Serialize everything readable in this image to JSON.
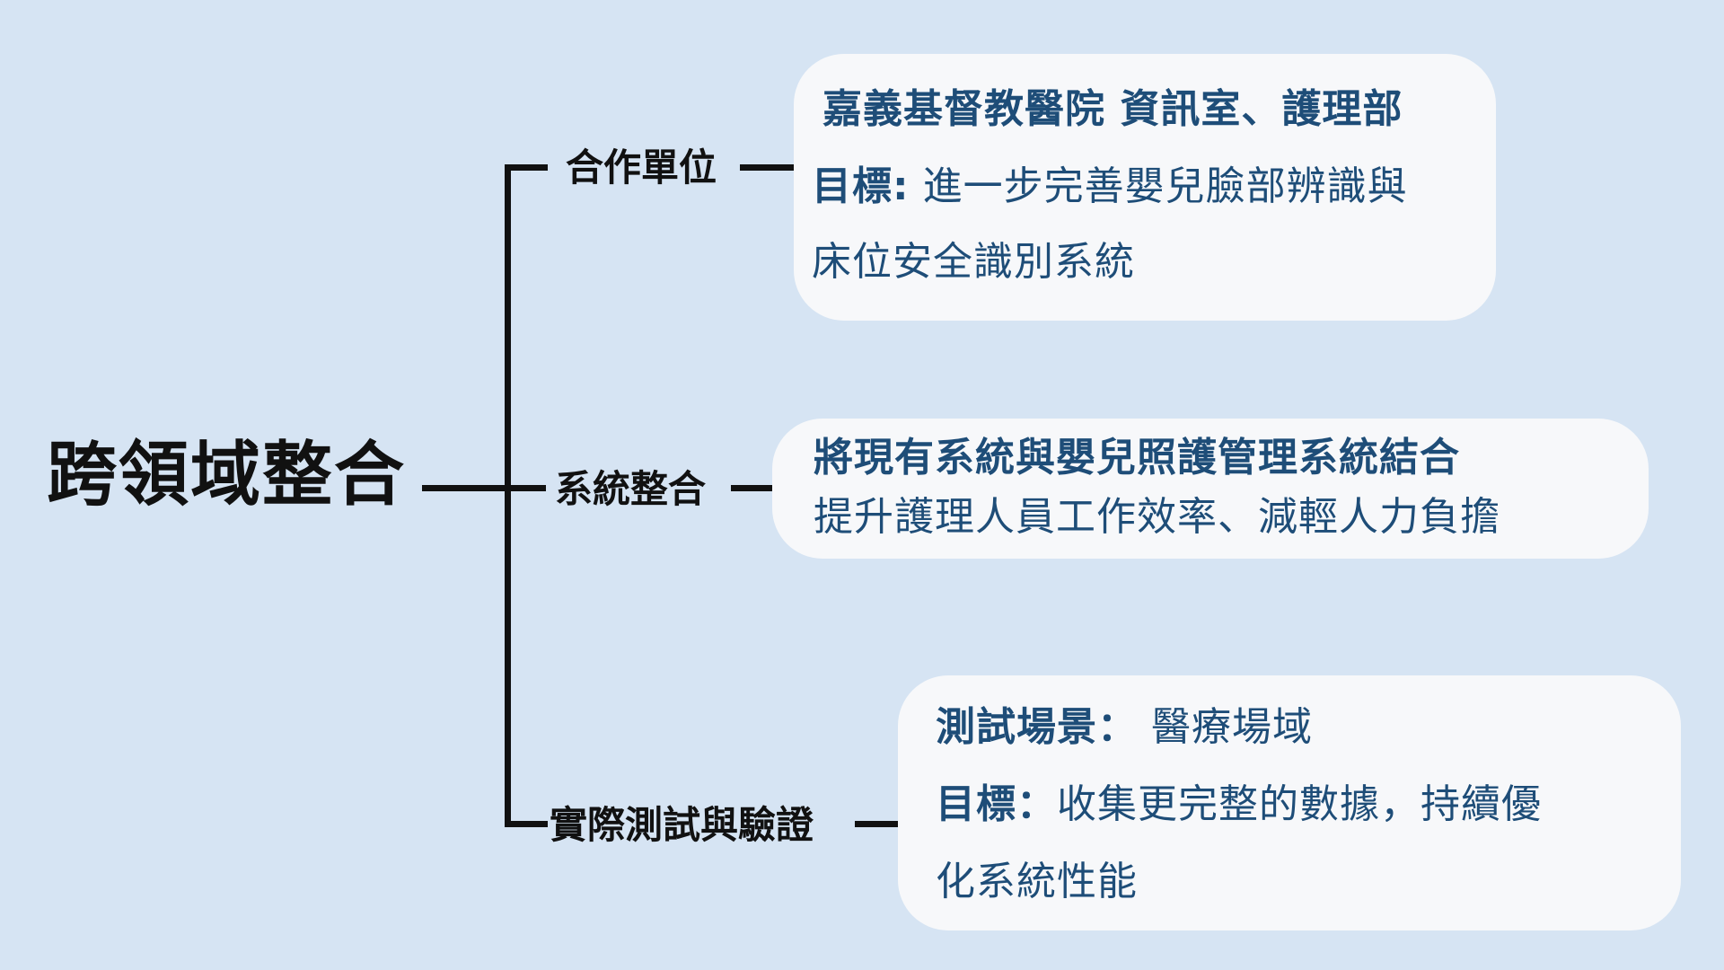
{
  "root": {
    "title": "跨領域整合"
  },
  "branches": [
    {
      "label": "合作單位",
      "card": {
        "heading": "嘉義基督教醫院 資訊室、護理部",
        "goal_label": "目標:",
        "goal_text_1": " 進一步完善嬰兒臉部辨識與",
        "goal_text_2": "床位安全識別系統"
      }
    },
    {
      "label": "系統整合",
      "card": {
        "heading": "將現有系統與嬰兒照護管理系統結合",
        "line_2": "提升護理人員工作效率、減輕人力負擔"
      }
    },
    {
      "label": "實際測試與驗證",
      "card": {
        "scene_label": "測試場景：",
        "scene_text": " 醫療場域",
        "goal_label": "目標：",
        "goal_text_1": "收集更完整的數據，持續優",
        "goal_text_2": "化系統性能"
      }
    }
  ],
  "colors": {
    "background": "#d6e4f3",
    "card": "#f7f8fa",
    "card_text": "#1e4d78",
    "connector": "#111111"
  }
}
